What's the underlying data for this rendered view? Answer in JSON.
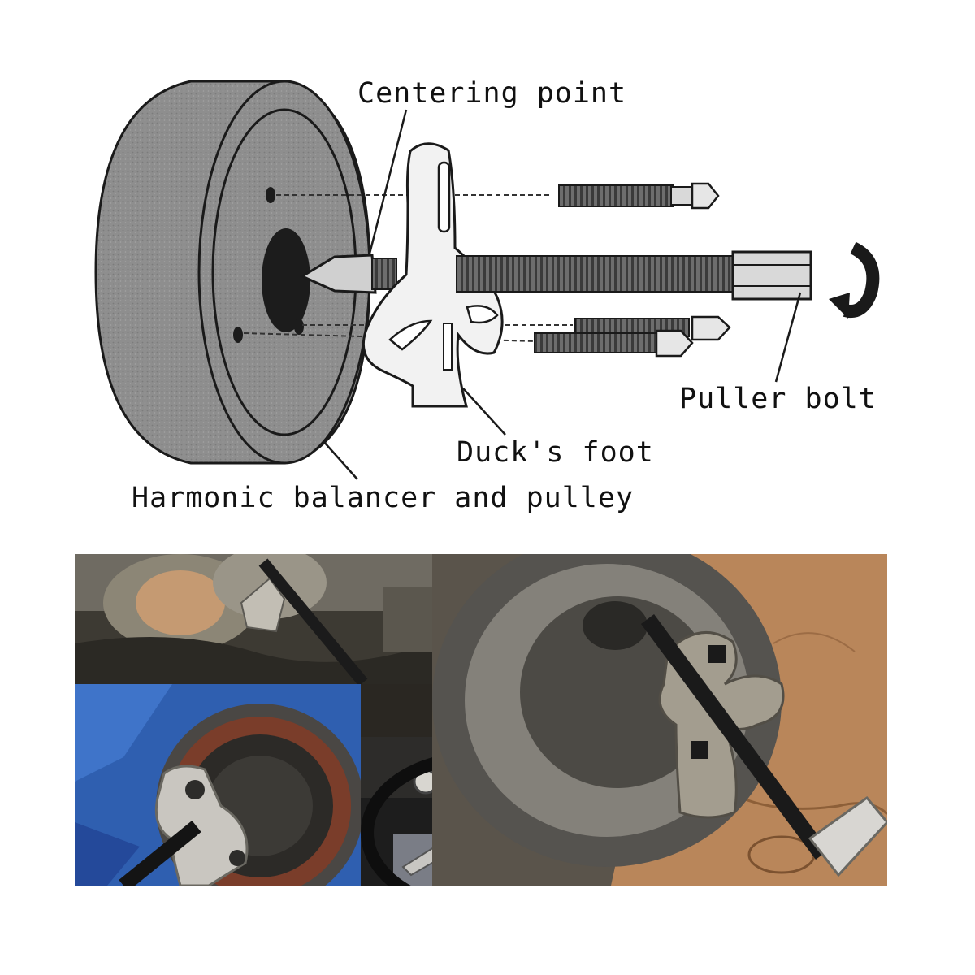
{
  "labels": {
    "centering_point": "Centering point",
    "puller_bolt": "Puller bolt",
    "ducks_foot": "Duck's foot",
    "harmonic_balancer": "Harmonic balancer and pulley"
  },
  "colors": {
    "drum_fill": "#8e8e8e",
    "line": "#1a1a1a",
    "tool_metal": "#b8b2a4",
    "wood": "#b9865a",
    "tarp_blue": "#2f5fb0"
  },
  "photos": [
    {
      "id": "engine-bay-puller"
    },
    {
      "id": "balancer-on-blue-tarp"
    },
    {
      "id": "steering-wheel-puller"
    },
    {
      "id": "puller-on-wood-bench"
    }
  ]
}
